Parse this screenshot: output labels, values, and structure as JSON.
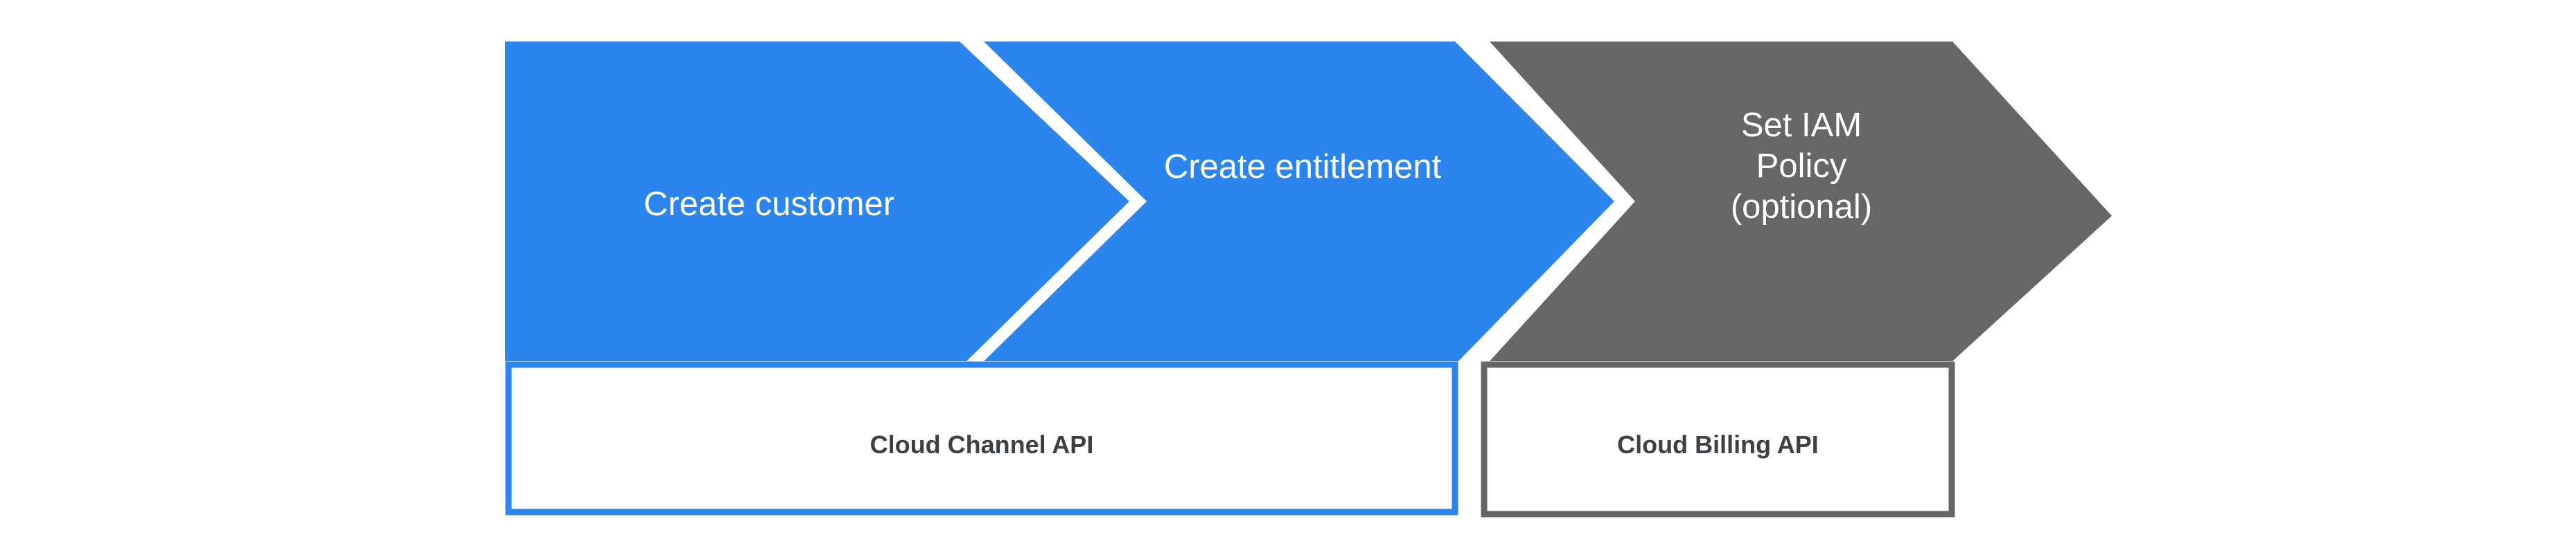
{
  "diagram": {
    "type": "process-flow-chevrons",
    "background_color": "#ffffff",
    "colors": {
      "primary_blue": "#2b85ec",
      "neutral_gray": "#666666",
      "label_text": "#3c4043",
      "step_text": "#ffffff"
    },
    "steps": [
      {
        "id": "create-customer",
        "label": "Create customer",
        "fill": "#2b85ec",
        "order": 1
      },
      {
        "id": "create-entitlement",
        "label": "Create entitlement",
        "fill": "#2b85ec",
        "order": 2
      },
      {
        "id": "set-iam-policy",
        "label": "Set IAM\nPolicy\n(optional)",
        "fill": "#666666",
        "order": 3,
        "optional": true
      }
    ],
    "api_groups": [
      {
        "id": "cloud-channel-api",
        "label": "Cloud Channel API",
        "border_color": "#2b85ec",
        "covers_steps": [
          "create-customer",
          "create-entitlement"
        ]
      },
      {
        "id": "cloud-billing-api",
        "label": "Cloud Billing API",
        "border_color": "#666666",
        "covers_steps": [
          "set-iam-policy"
        ]
      }
    ]
  }
}
